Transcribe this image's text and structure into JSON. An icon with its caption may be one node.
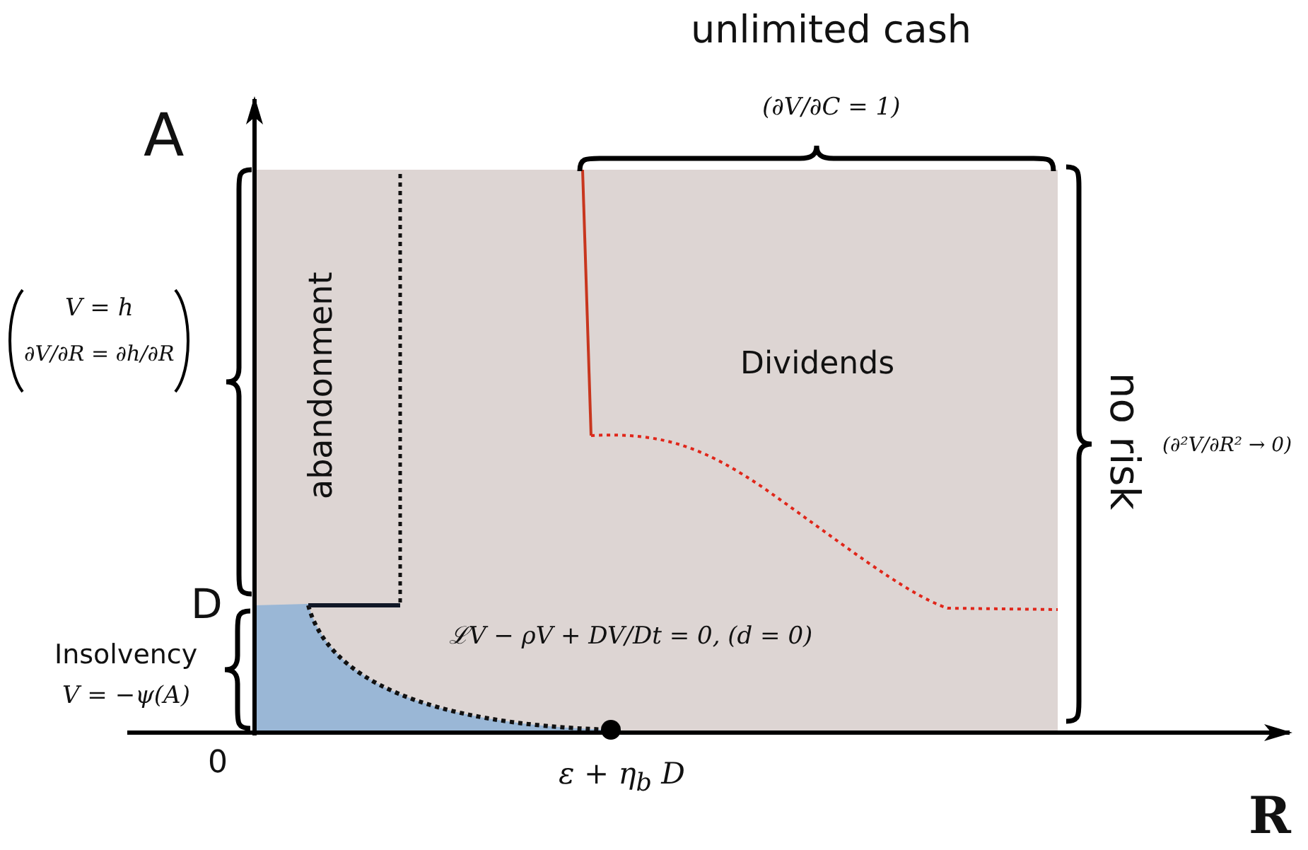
{
  "diagram": {
    "labels": [
      "unlimited cash",
      "(∂V/∂C = 1)",
      "A",
      "V = h",
      "∂V/∂R = ∂h/∂R",
      "abandonment",
      "Dividends",
      "no risk",
      "(∂²V/∂R² → 0)",
      "D",
      "Insolvency",
      "V = −ψ(A)",
      "ℒV − ρV + DV/Dt = 0,  (d = 0)",
      "0",
      "ε + η$_{b}$ D",
      "R"
    ]
  }
}
